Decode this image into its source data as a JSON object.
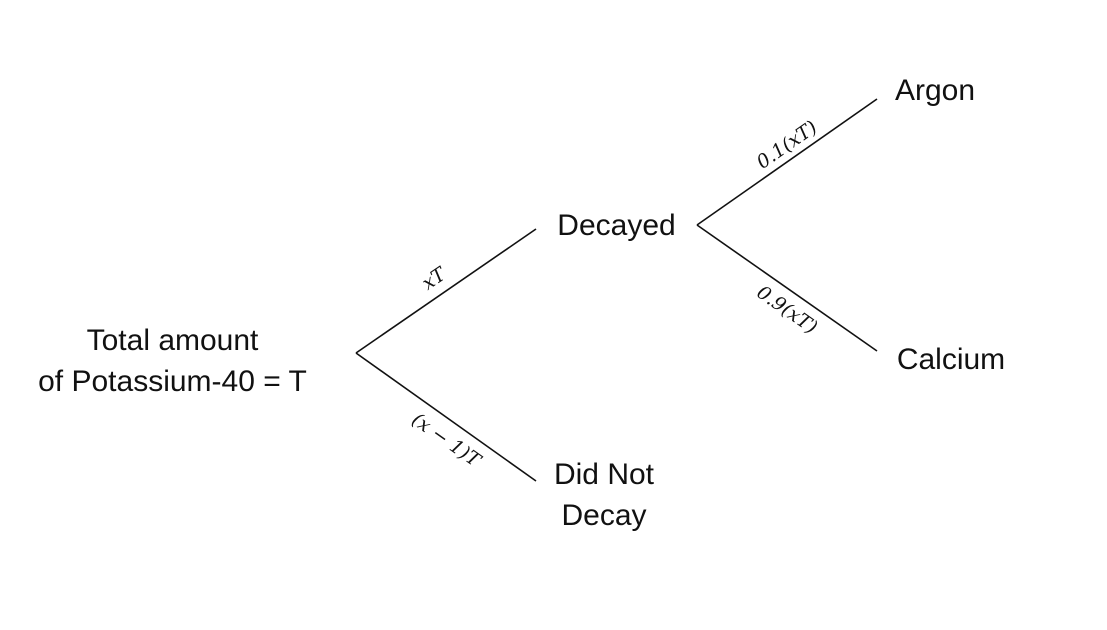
{
  "nodes": {
    "root": {
      "line1": "Total amount",
      "line2": "of Potassium-40 = T"
    },
    "decayed": {
      "label": "Decayed"
    },
    "not_decayed": {
      "line1": "Did Not",
      "line2": "Decay"
    },
    "argon": {
      "label": "Argon"
    },
    "calcium": {
      "label": "Calcium"
    }
  },
  "edges": {
    "root_to_decayed": {
      "label": "xT"
    },
    "root_to_not_decayed": {
      "label": "(x − 1)T"
    },
    "decayed_to_argon": {
      "label": "0.1(xT)"
    },
    "decayed_to_calcium": {
      "label": "0.9(xT)"
    }
  },
  "colors": {
    "line": "#111111",
    "text": "#111111",
    "background": "#ffffff"
  }
}
